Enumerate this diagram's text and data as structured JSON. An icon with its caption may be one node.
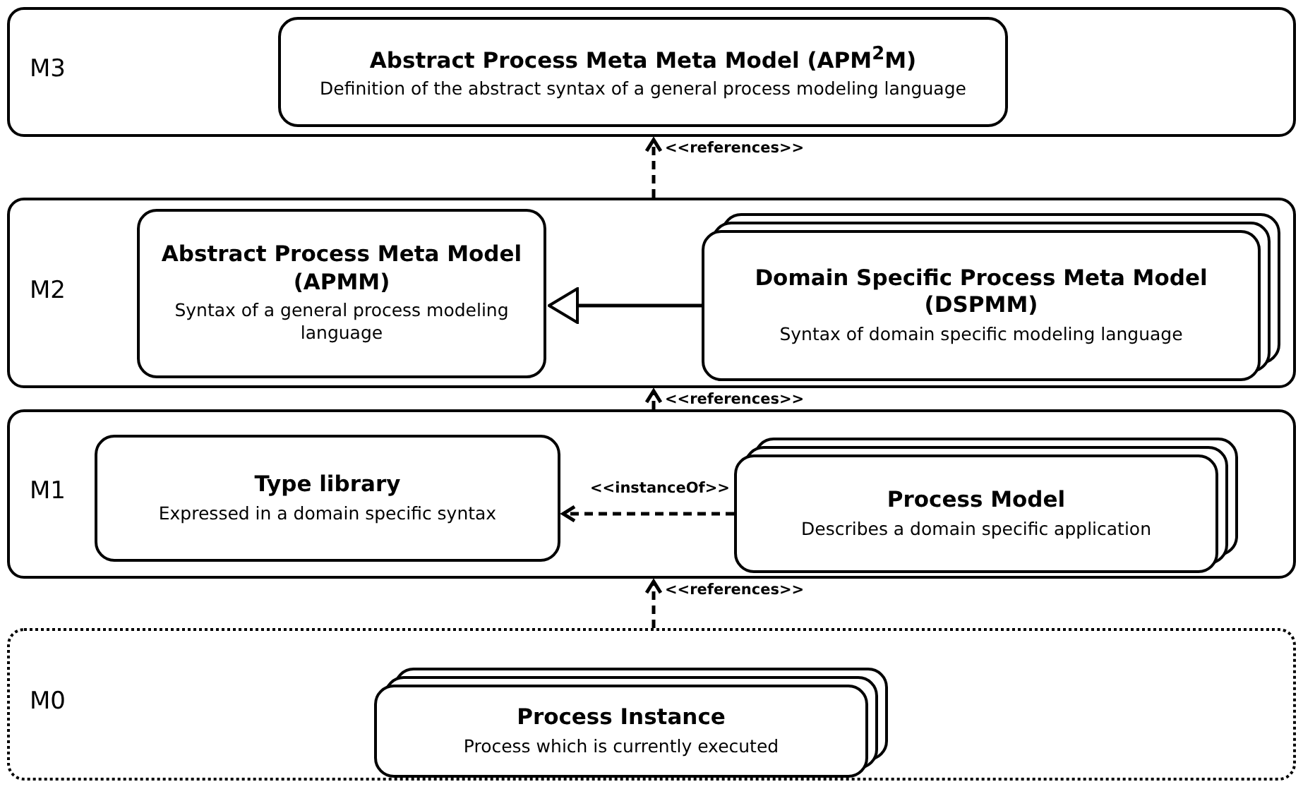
{
  "diagram": {
    "nodes": [
      {
        "text": [
          "M3"
        ]
      },
      {
        "text": [
          "Abstract Process Meta Meta Model (APM$^{2}$M)",
          "Definition of the abstract syntax of a general process modeling language"
        ],
        "in": 0
      },
      {
        "text": [
          "M2"
        ]
      },
      {
        "text": [
          "Abstract Process Meta Model (APMM)",
          "Syntax of a general process modeling language"
        ],
        "in": 2
      },
      {
        "text": [
          "Domain Specific Process Meta Model (DSPMM)",
          "Syntax of domain specific modeling language"
        ],
        "in": 2
      },
      {
        "text": [
          "M1"
        ]
      },
      {
        "text": [
          "Type library",
          "Expressed in a domain specific syntax"
        ],
        "in": 5
      },
      {
        "text": [
          "Process Model",
          "Describes a domain specific application"
        ],
        "in": 5
      },
      {
        "text": [
          "M0"
        ]
      },
      {
        "text": [
          "Process Instance",
          "Process which is currently executed"
        ],
        "in": 8
      }
    ],
    "edges": [
      {
        "from": 2,
        "to": 0,
        "label": "<<references>>",
        "arrow": "to",
        "style": "dashed"
      },
      {
        "from": 4,
        "to": 3,
        "arrow": "to"
      },
      {
        "from": 5,
        "to": 2,
        "label": "<<references>>",
        "arrow": "to",
        "style": "dashed"
      },
      {
        "from": 7,
        "to": 6,
        "label": "<<instanceOf>>",
        "arrow": "to",
        "style": "dashed"
      },
      {
        "from": 8,
        "to": 5,
        "label": "<<references>>",
        "arrow": "to",
        "style": "dashed"
      }
    ]
  }
}
